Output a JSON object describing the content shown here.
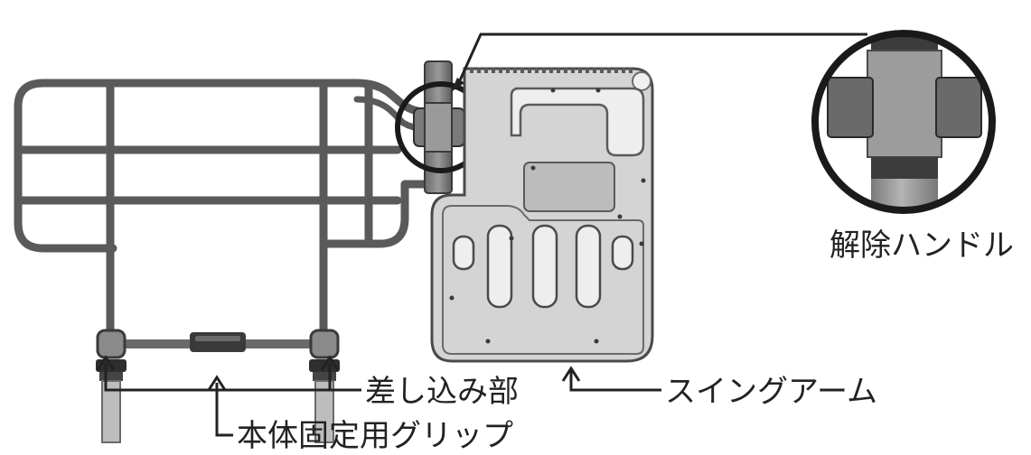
{
  "labels": {
    "release_handle": "解除ハンドル",
    "insert_part": "差し込み部",
    "swing_arm": "スイングアーム",
    "grip": "本体固定用グリップ"
  },
  "colors": {
    "rail": "#5a5a5a",
    "rail_dark": "#2e2e2e",
    "arm_fill": "#d4d4d4",
    "arm_stroke": "#4a4a4a",
    "leader": "#222222",
    "text": "#222222"
  },
  "icons": [
    "up-arrow-icon",
    "magnify-callout"
  ]
}
